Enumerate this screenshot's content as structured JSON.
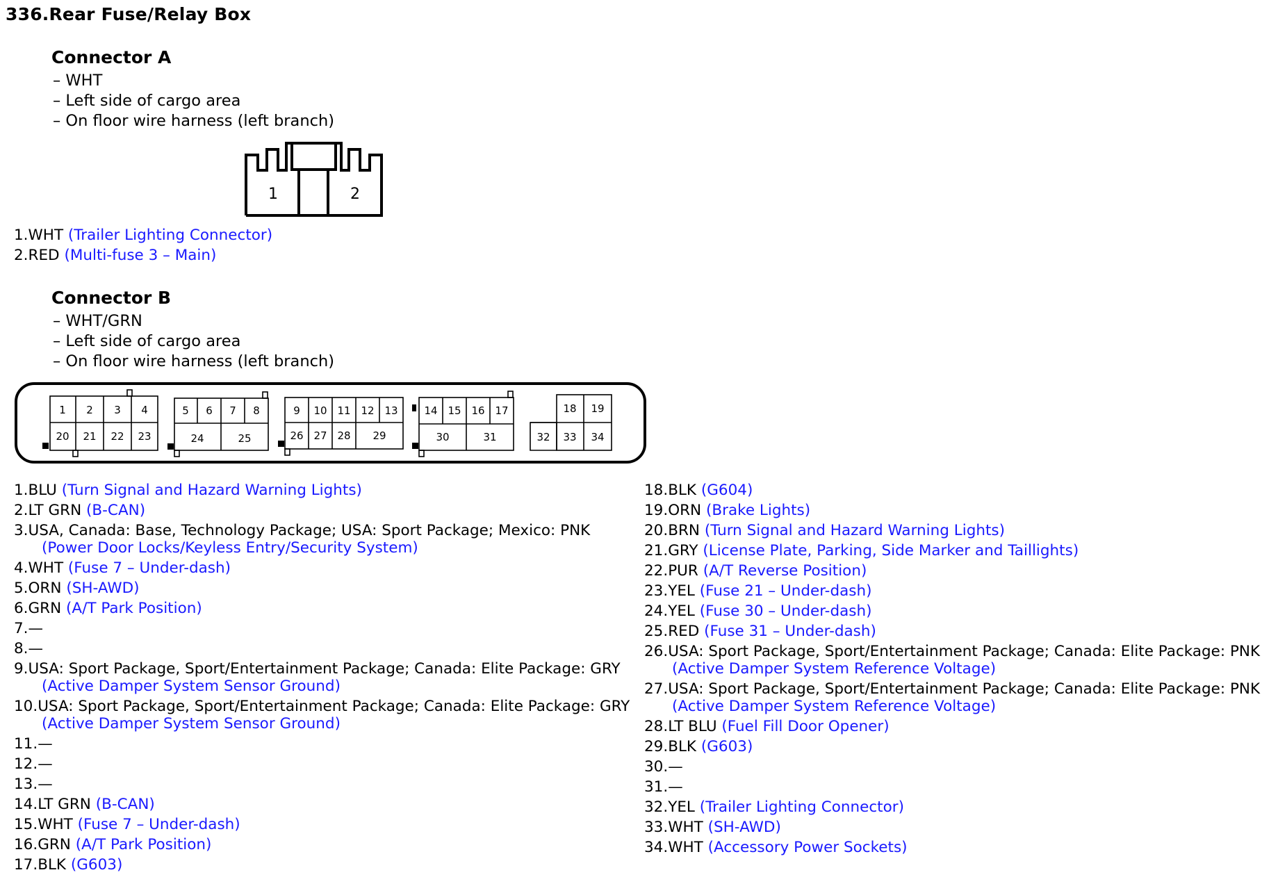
{
  "title": "336.Rear Fuse/Relay Box",
  "connector_a": {
    "heading": "Connector A",
    "details": [
      "– WHT",
      "– Left side of cargo area",
      "– On floor wire harness (left branch)"
    ],
    "diagram_labels": [
      "1",
      "2"
    ],
    "pins": [
      {
        "label": "1.WHT",
        "desc": "(Trailer Lighting Connector)"
      },
      {
        "label": "2.RED",
        "desc": "(Multi-fuse 3 – Main)"
      }
    ]
  },
  "connector_b": {
    "heading": "Connector B",
    "details": [
      "– WHT/GRN",
      "– Left side of cargo area",
      "– On floor wire harness (left branch)"
    ],
    "diagram_labels": [
      "1",
      "2",
      "3",
      "4",
      "20",
      "21",
      "22",
      "23",
      "5",
      "6",
      "7",
      "8",
      "24",
      "25",
      "9",
      "10",
      "11",
      "12",
      "13",
      "26",
      "27",
      "28",
      "29",
      "14",
      "15",
      "16",
      "17",
      "30",
      "31",
      "18",
      "19",
      "32",
      "33",
      "34"
    ],
    "pins_left": [
      {
        "label": "1.BLU",
        "desc": "(Turn Signal and Hazard Warning Lights)"
      },
      {
        "label": "2.LT GRN",
        "desc": "(B-CAN)"
      },
      {
        "label": "3.USA, Canada: Base, Technology Package; USA: Sport Package; Mexico: PNK",
        "desc": "(Power Door Locks/Keyless Entry/Security System)",
        "wrap": true
      },
      {
        "label": "4.WHT",
        "desc": "(Fuse 7 – Under-dash)"
      },
      {
        "label": "5.ORN",
        "desc": "(SH-AWD)"
      },
      {
        "label": "6.GRN",
        "desc": "(A/T Park Position)"
      },
      {
        "label": "7.—",
        "desc": ""
      },
      {
        "label": "8.—",
        "desc": ""
      },
      {
        "label": "9.USA: Sport Package, Sport/Entertainment Package; Canada: Elite Package: GRY",
        "desc": "(Active Damper System Sensor Ground)",
        "wrap": true
      },
      {
        "label": "10.USA: Sport Package, Sport/Entertainment Package; Canada: Elite Package: GRY",
        "desc": "(Active Damper System Sensor Ground)",
        "wrap": true
      },
      {
        "label": "11.—",
        "desc": ""
      },
      {
        "label": "12.—",
        "desc": ""
      },
      {
        "label": "13.—",
        "desc": ""
      },
      {
        "label": "14.LT GRN",
        "desc": "(B-CAN)"
      },
      {
        "label": "15.WHT",
        "desc": "(Fuse 7 – Under-dash)"
      },
      {
        "label": "16.GRN",
        "desc": "(A/T Park Position)"
      },
      {
        "label": "17.BLK",
        "desc": "(G603)"
      }
    ],
    "pins_right": [
      {
        "label": "18.BLK",
        "desc": "(G604)"
      },
      {
        "label": "19.ORN",
        "desc": "(Brake Lights)"
      },
      {
        "label": "20.BRN",
        "desc": "(Turn Signal and Hazard Warning Lights)"
      },
      {
        "label": "21.GRY",
        "desc": "(License Plate, Parking, Side Marker and Taillights)"
      },
      {
        "label": "22.PUR",
        "desc": "(A/T Reverse Position)"
      },
      {
        "label": "23.YEL",
        "desc": "(Fuse 21 – Under-dash)"
      },
      {
        "label": "24.YEL",
        "desc": "(Fuse 30 – Under-dash)"
      },
      {
        "label": "25.RED",
        "desc": "(Fuse 31 – Under-dash)"
      },
      {
        "label": "26.USA: Sport Package, Sport/Entertainment Package; Canada: Elite Package: PNK",
        "desc": "(Active Damper System Reference Voltage)",
        "wrap": true
      },
      {
        "label": "27.USA: Sport Package, Sport/Entertainment Package; Canada: Elite Package: PNK",
        "desc": "(Active Damper System Reference Voltage)",
        "wrap": true
      },
      {
        "label": "28.LT BLU",
        "desc": "(Fuel Fill Door Opener)"
      },
      {
        "label": "29.BLK",
        "desc": "(G603)"
      },
      {
        "label": "30.—",
        "desc": ""
      },
      {
        "label": "31.—",
        "desc": ""
      },
      {
        "label": "32.YEL",
        "desc": "(Trailer Lighting Connector)"
      },
      {
        "label": "33.WHT",
        "desc": "(SH-AWD)"
      },
      {
        "label": "34.WHT",
        "desc": "(Accessory Power Sockets)"
      }
    ]
  },
  "colors": {
    "link": "#1a1aff",
    "text": "#000000"
  }
}
